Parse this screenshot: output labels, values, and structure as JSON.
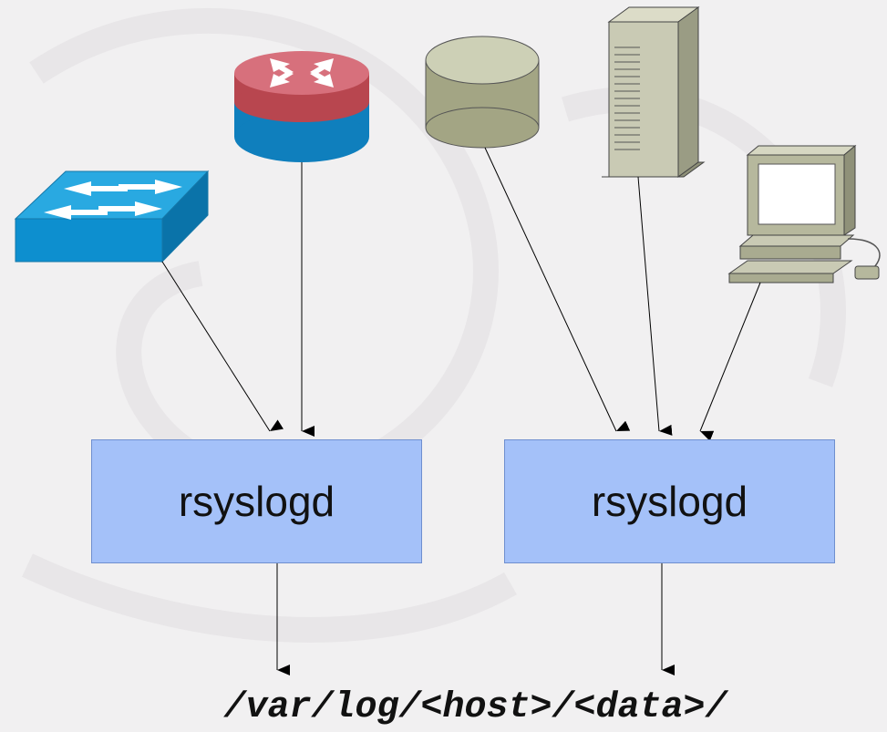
{
  "nodes": {
    "left": {
      "label": "rsyslogd"
    },
    "right": {
      "label": "rsyslogd"
    }
  },
  "output": {
    "path": "/var/log/<host>/<data>/"
  },
  "sources": {
    "left_group": [
      "switch-icon",
      "router-icon"
    ],
    "right_group": [
      "database-icon",
      "server-tower-icon",
      "workstation-icon"
    ]
  },
  "colors": {
    "box_fill": "#a4c1f9",
    "box_border": "#6f8fcf",
    "background": "#f1f0f1",
    "switch": "#1a9ad6",
    "router_top": "#c8505f",
    "router_body": "#1a86c0",
    "database": "#a6a88a",
    "server": "#c8c8b0",
    "workstation": "#b8baa0"
  }
}
